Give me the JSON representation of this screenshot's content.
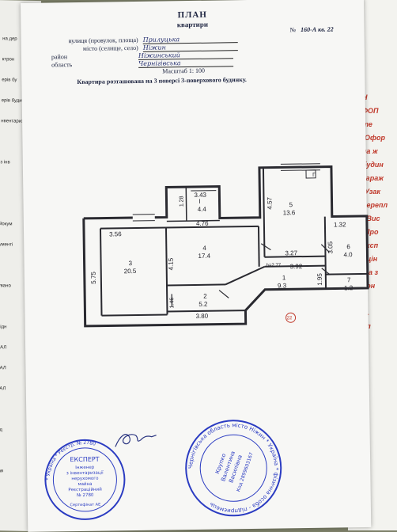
{
  "left_sheet": {
    "lines": [
      "на дер",
      "ктрон",
      "ерів бу",
      "ерів будин",
      "нвентаризаці",
      "",
      "з інв",
      "",
      "",
      "йокум",
      "ументі",
      "",
      "увано",
      "",
      "лідн",
      "ВАЛ",
      "ВАЛ",
      "ВАЛ",
      "",
      "лід",
      "",
      "жав"
    ]
  },
  "right_sheet": {
    "lines": [
      "Н",
      "ФОП",
      "те",
      "-Офор",
      "на ж",
      "будин",
      "гараж",
      "-Узак",
      "перепл",
      "- Вис",
      "-Про",
      "експ",
      "оцін",
      "та з",
      "Кон",
      "",
      "м.",
      "ел"
    ]
  },
  "document": {
    "title": "ПЛАН",
    "subtitle": "квартири",
    "number_label": "№",
    "number_value": "160-А кв. 22",
    "fields": [
      {
        "label": "вулиця (провулок, площа)",
        "value": "Прилуцька"
      },
      {
        "label": "місто (селище, село)",
        "value": "Ніжин"
      },
      {
        "label": "район",
        "value": "Ніжинський"
      },
      {
        "label": "область",
        "value": "Чернігівська"
      }
    ],
    "scale": "Масштаб 1: 100",
    "description": "Квартира розташована на 3 поверсі 3-поверхового будинку."
  },
  "plan": {
    "rooms": [
      {
        "number": "3",
        "area": "20.5"
      },
      {
        "number": "4",
        "area": "17.4"
      },
      {
        "number": "5",
        "area": "13.6"
      },
      {
        "number": "6",
        "area": "4.0"
      },
      {
        "number": "7",
        "area": "1.2"
      },
      {
        "number": "1",
        "area": "9.3"
      },
      {
        "number": "2",
        "area": "5.2"
      },
      {
        "number": "І",
        "area": "4.4"
      }
    ],
    "dimensions": [
      "3.43",
      "1.28",
      "3.56",
      "4.76",
      "4.57",
      "1.32",
      "3.27",
      "3.92",
      "3.05",
      "1.95",
      "5.75",
      "4.15",
      "1.46",
      "3.80"
    ],
    "height_note": "h=2.77",
    "apartment_marker": "22",
    "corner_mark": "Г"
  },
  "stamps": {
    "left": {
      "ring": "* Україна * Реєстр. № 2780",
      "heading": "ЕКСПЕРТ",
      "lines": [
        "Інженер",
        "з інвентаризації",
        "нерухомого",
        "майна",
        "Реєстраційний",
        "№ 2780"
      ],
      "bottom": "Сертифікат АЕ"
    },
    "right": {
      "ring": "Чернігівська область місто Ніжин * Україна * фізична особа - підприємець",
      "lines": [
        "Крупко",
        "Валентина",
        "Василівна",
        "Код 2899603167"
      ]
    }
  }
}
